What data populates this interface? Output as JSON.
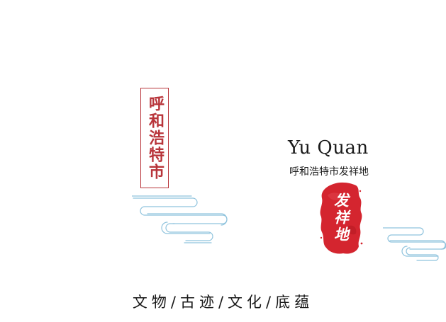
{
  "vertical_title": "呼和浩特市",
  "heading": {
    "english": "Yu Quan",
    "chinese": "呼和浩特市发祥地"
  },
  "seal": {
    "text": "发祥地",
    "color": "#d4252f"
  },
  "tagline": "文物/古迹/文化/底蕴",
  "colors": {
    "accent_red": "#b8343a",
    "cloud_blue": "#8fc3dd",
    "text_dark": "#1a1a1a"
  },
  "icons": [
    "cloud-motif-left-icon",
    "cloud-motif-right-icon",
    "brush-seal-icon"
  ]
}
